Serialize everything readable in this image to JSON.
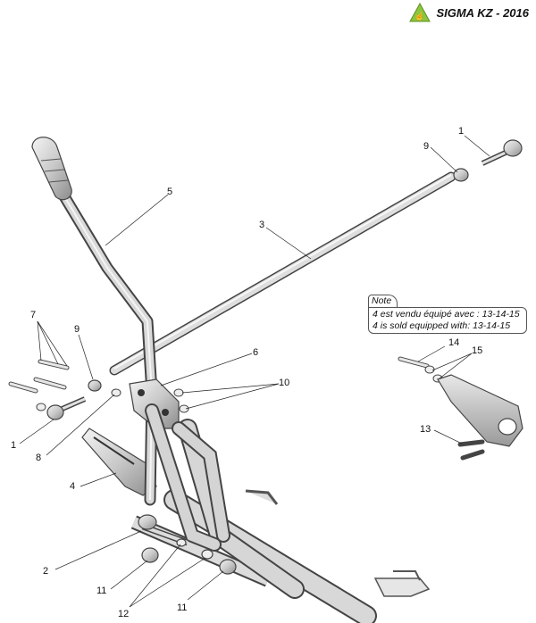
{
  "header": {
    "title": "SIGMA KZ - 2016",
    "logo_color": "#8cc63f"
  },
  "note": {
    "heading": "Note",
    "line_fr": "4 est vendu équipé avec : 13-14-15",
    "line_en": "4 is sold equipped with: 13-14-15"
  },
  "callouts": {
    "c1a": "1",
    "c9a": "9",
    "c5": "5",
    "c3": "3",
    "c7": "7",
    "c9b": "9",
    "c6": "6",
    "c10": "10",
    "c1b": "1",
    "c8": "8",
    "c4": "4",
    "c2": "2",
    "c11a": "11",
    "c12": "12",
    "c11b": "11",
    "c14": "14",
    "c15": "15",
    "c13": "13"
  }
}
